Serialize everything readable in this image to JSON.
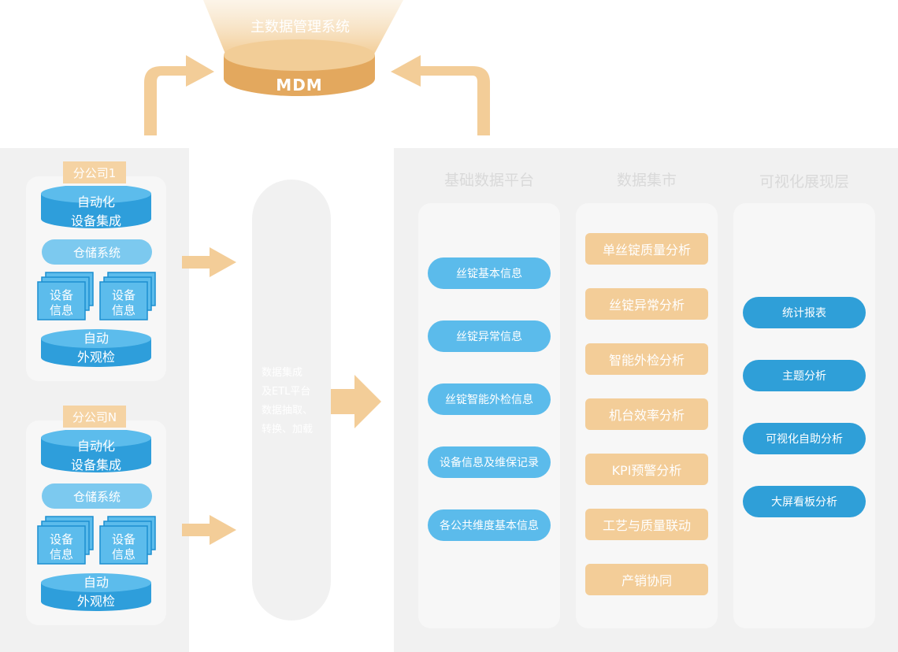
{
  "mdm": {
    "system_title": "主数据管理系统",
    "badge": "MDM"
  },
  "companies": [
    {
      "name": "分公司1",
      "top_cylinder": [
        "自动化",
        "设备集成"
      ],
      "storage": "仓储系统",
      "doc_label_1": [
        "设备",
        "信息"
      ],
      "doc_label_2": [
        "设备",
        "信息"
      ],
      "bottom_cylinder": [
        "自动",
        "外观检"
      ]
    },
    {
      "name": "分公司N",
      "top_cylinder": [
        "自动化",
        "设备集成"
      ],
      "storage": "仓储系统",
      "doc_label_1": [
        "设备",
        "信息"
      ],
      "doc_label_2": [
        "设备",
        "信息"
      ],
      "bottom_cylinder": [
        "自动",
        "外观检"
      ]
    }
  ],
  "etl": {
    "lines": [
      "数据集成",
      "及ETL平台",
      "数据抽取、",
      "转换、加载"
    ]
  },
  "columns": {
    "base": {
      "title": "基础数据平台",
      "items": [
        "丝锭基本信息",
        "丝锭异常信息",
        "丝锭智能外检信息",
        "设备信息及维保记录",
        "各公共维度基本信息"
      ]
    },
    "mart": {
      "title": "数据集市",
      "items": [
        "单丝锭质量分析",
        "丝锭异常分析",
        "智能外检分析",
        "机台效率分析",
        "KPI预警分析",
        "工艺与质量联动",
        "产销协同"
      ]
    },
    "vis": {
      "title": "可视化展现层",
      "items": [
        "统计报表",
        "主题分析",
        "可视化自助分析",
        "大屏看板分析"
      ]
    }
  },
  "colors": {
    "orange": "#f3cd98",
    "mdm_dark": "#e3a85e",
    "blue_light": "#7cc9ef",
    "blue": "#5bbbeb",
    "blue_dark": "#2f9fd8",
    "panel_bg": "#f1f1f1"
  }
}
